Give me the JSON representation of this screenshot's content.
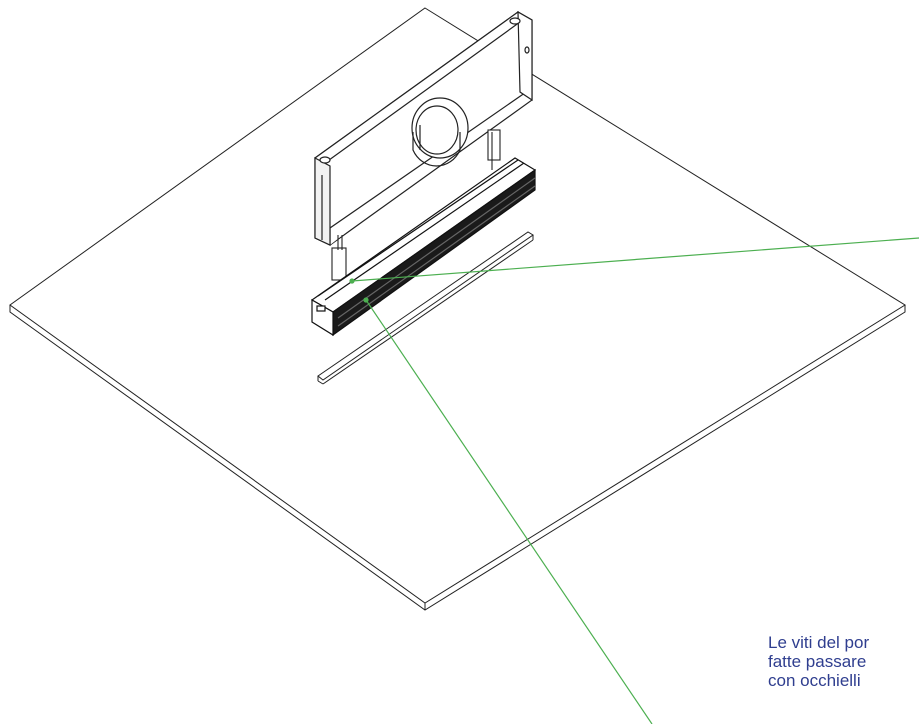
{
  "annotation": {
    "lines": [
      "Le viti del por",
      "fatte passare",
      "con occhielli"
    ]
  },
  "colors": {
    "line_art": "#222222",
    "leader_lines": "#4caf50",
    "annotation_text": "#2f3e8f"
  },
  "icons": {
    "plenum_box": "isometric-plenum-box",
    "linear_diffuser": "linear-slot-diffuser",
    "ceiling_panel": "ceiling-panel"
  }
}
